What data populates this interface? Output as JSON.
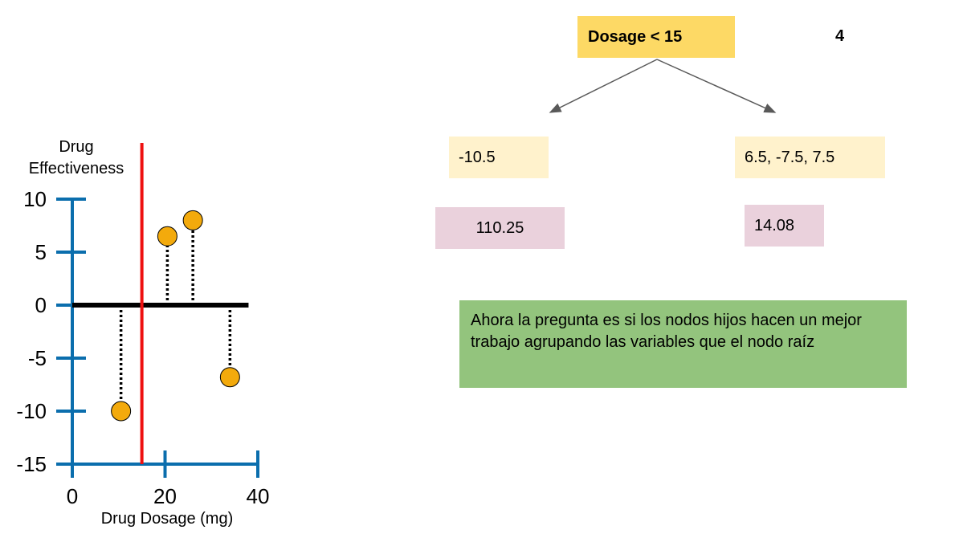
{
  "tree": {
    "root_label": "Dosage < 15",
    "corner_number": "4",
    "left_values": "-10.5",
    "right_values": "6.5, -7.5, 7.5",
    "left_variance": "110.25",
    "right_variance": "14.08",
    "note": "Ahora la pregunta es si los nodos hijos hacen un mejor trabajo agrupando las variables que el nodo raíz"
  },
  "colors": {
    "root": "#fdd965",
    "leaf_values": "#fff2cc",
    "leaf_variance": "#ead1dc",
    "note": "#93c47d",
    "axis": "#0b6ead",
    "split_line": "#ee1111",
    "point": "#f3aa0c"
  },
  "chart_data": {
    "type": "scatter",
    "title": "",
    "xlabel": "Drug Dosage (mg)",
    "ylabel_line1": "Drug",
    "ylabel_line2": "Effectiveness",
    "xlim": [
      0,
      40
    ],
    "ylim": [
      -15,
      10
    ],
    "xticks": [
      0,
      20,
      40
    ],
    "yticks": [
      10,
      5,
      0,
      -5,
      -10,
      -15
    ],
    "zero_line": {
      "x_from": 0,
      "x_to": 38
    },
    "split_x": 15,
    "points": [
      {
        "x": 10.5,
        "y": -10
      },
      {
        "x": 20.5,
        "y": 6.5
      },
      {
        "x": 26,
        "y": 8
      },
      {
        "x": 34,
        "y": -6.8
      }
    ]
  }
}
